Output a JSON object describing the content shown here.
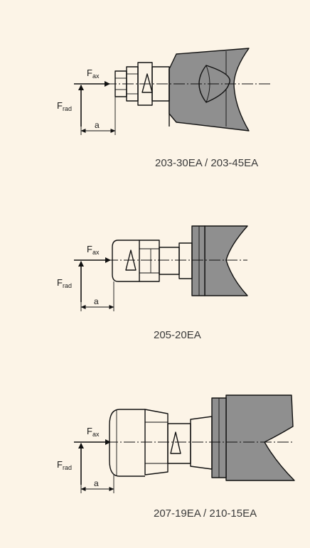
{
  "diagrams": [
    {
      "caption": "203-30EA / 203-45EA",
      "axial_force": {
        "main": "F",
        "sub": "ax"
      },
      "radial_force": {
        "main": "F",
        "sub": "rad"
      },
      "distance_label": "a"
    },
    {
      "caption": "205-20EA",
      "axial_force": {
        "main": "F",
        "sub": "ax"
      },
      "radial_force": {
        "main": "F",
        "sub": "rad"
      },
      "distance_label": "a"
    },
    {
      "caption": "207-19EA / 210-15EA",
      "axial_force": {
        "main": "F",
        "sub": "ax"
      },
      "radial_force": {
        "main": "F",
        "sub": "rad"
      },
      "distance_label": "a"
    }
  ],
  "colors": {
    "background": "#fcf4e7",
    "body_fill": "#8f8f8f",
    "outline": "#111111",
    "text": "#3a3a3a"
  }
}
